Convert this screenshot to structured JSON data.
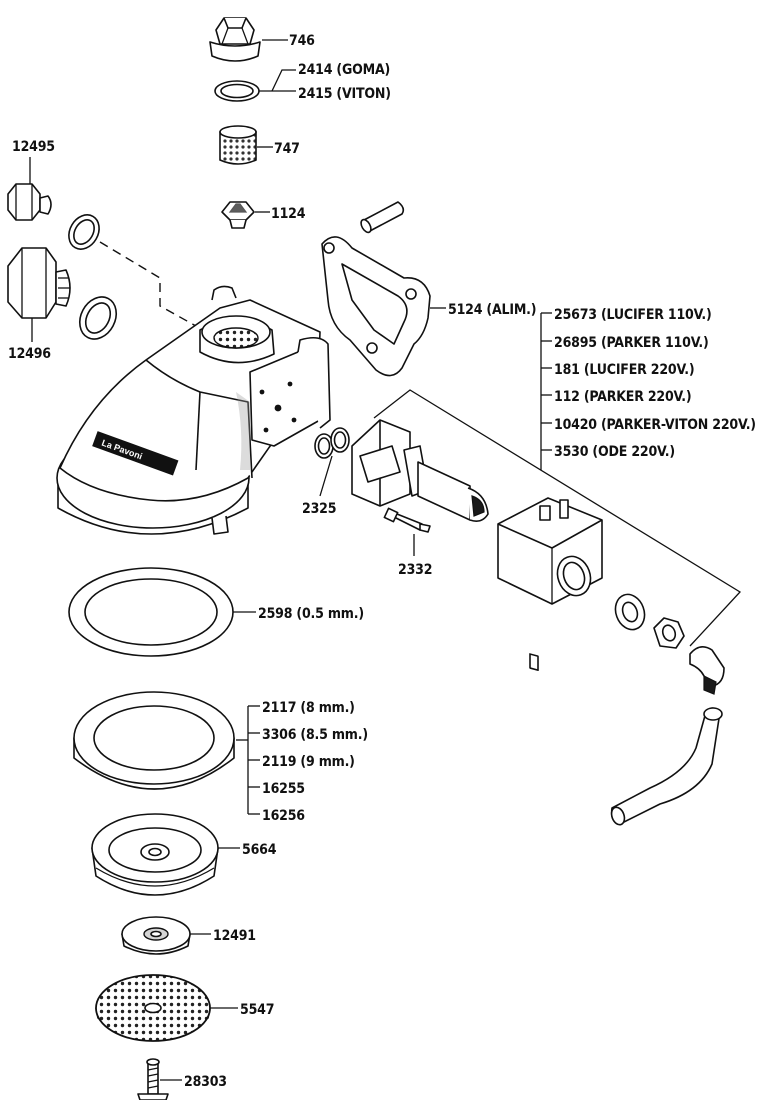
{
  "brand_plate": "La Pavoni",
  "labels": {
    "p746": "746",
    "p2414": "2414 (GOMA)",
    "p2415": "2415 (VITON)",
    "p747": "747",
    "p1124": "1124",
    "p12495": "12495",
    "p12496": "12496",
    "p5124": "5124 (ALIM.)",
    "p25673": "25673 (LUCIFER 110V.)",
    "p26895": "26895 (PARKER 110V.)",
    "p181": "181 (LUCIFER 220V.)",
    "p112": "112 (PARKER 220V.)",
    "p10420": "10420 (PARKER-VITON 220V.)",
    "p3530": "3530 (ODE 220V.)",
    "p2325": "2325",
    "p2332": "2332",
    "p2598": "2598 (0.5 mm.)",
    "p2117": "2117 (8 mm.)",
    "p3306": "3306 (8.5 mm.)",
    "p2119": "2119 (9 mm.)",
    "p16255": "16255",
    "p16256": "16256",
    "p5664": "5664",
    "p12491": "12491",
    "p5547": "5547",
    "p28303": "28303"
  }
}
